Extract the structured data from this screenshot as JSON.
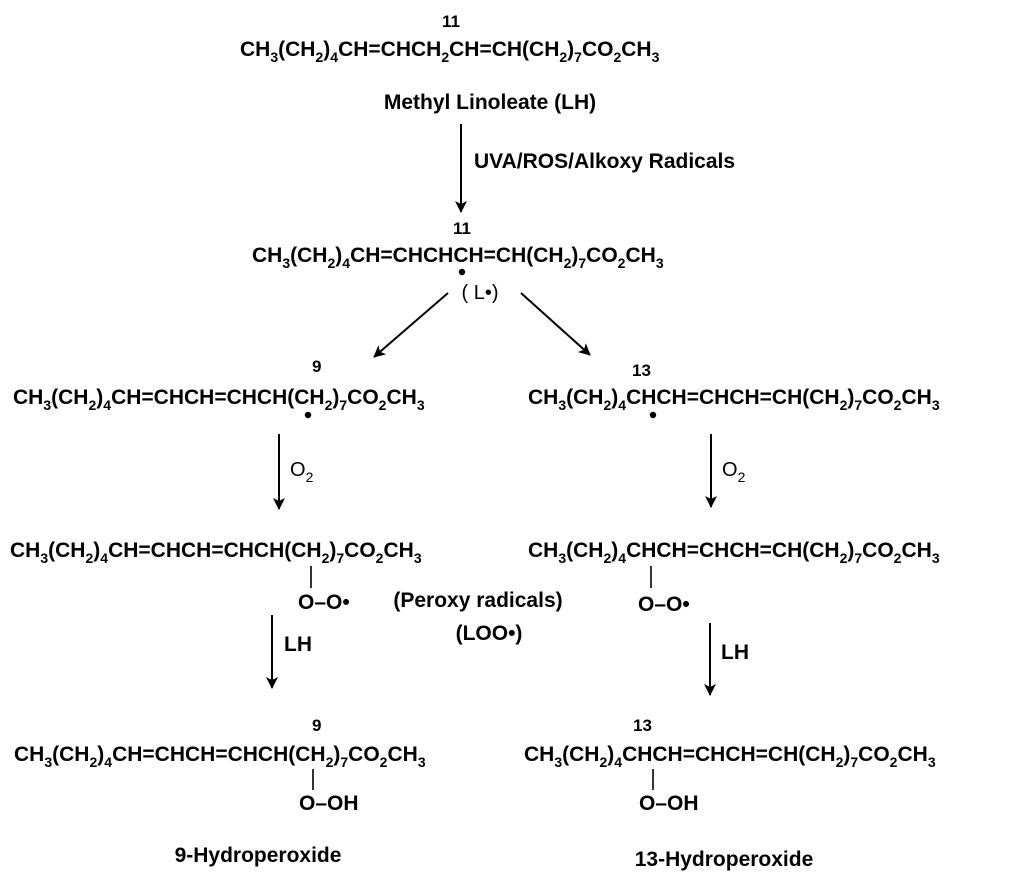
{
  "reactant": {
    "formula": [
      [
        "CH",
        ""
      ],
      [
        "3",
        "s"
      ],
      [
        "(CH",
        ""
      ],
      [
        "2",
        "s"
      ],
      [
        ")",
        ""
      ],
      [
        "4",
        "s"
      ],
      [
        "CH=CHCH",
        ""
      ],
      [
        "2",
        "s"
      ],
      [
        "CH=CH(CH",
        ""
      ],
      [
        "2",
        "s"
      ],
      [
        ")",
        ""
      ],
      [
        "7",
        "s"
      ],
      [
        "CO",
        ""
      ],
      [
        "2",
        "s"
      ],
      [
        "CH",
        ""
      ],
      [
        "3",
        "s"
      ]
    ],
    "carbon_number": "11",
    "name": "Methyl Linoleate (LH)"
  },
  "step1_reagent": "UVA/ROS/Alkoxy Radicals",
  "radical": {
    "formula": [
      [
        "CH",
        ""
      ],
      [
        "3",
        "s"
      ],
      [
        "(CH",
        ""
      ],
      [
        "2",
        "s"
      ],
      [
        ")",
        ""
      ],
      [
        "4",
        "s"
      ],
      [
        "CH=CHCHCH=CH(CH",
        ""
      ],
      [
        "2",
        "s"
      ],
      [
        ")",
        ""
      ],
      [
        "7",
        "s"
      ],
      [
        "CO",
        ""
      ],
      [
        "2",
        "s"
      ],
      [
        "CH",
        ""
      ],
      [
        "3",
        "s"
      ]
    ],
    "carbon_number": "11",
    "label": "( L•)"
  },
  "left_branch": {
    "radical_formula": [
      [
        "CH",
        ""
      ],
      [
        "3",
        "s"
      ],
      [
        "(CH",
        ""
      ],
      [
        "2",
        "s"
      ],
      [
        ")",
        ""
      ],
      [
        "4",
        "s"
      ],
      [
        "CH=CHCH=CHCH(CH",
        ""
      ],
      [
        "2",
        "s"
      ],
      [
        ")",
        ""
      ],
      [
        "7",
        "s"
      ],
      [
        "CO",
        ""
      ],
      [
        "2",
        "s"
      ],
      [
        "CH",
        ""
      ],
      [
        "3",
        "s"
      ]
    ],
    "carbon_number": "9",
    "o2_label": [
      [
        "O",
        ""
      ],
      [
        "2",
        "s"
      ]
    ],
    "peroxy_formula": [
      [
        "CH",
        ""
      ],
      [
        "3",
        "s"
      ],
      [
        "(CH",
        ""
      ],
      [
        "2",
        "s"
      ],
      [
        ")",
        ""
      ],
      [
        "4",
        "s"
      ],
      [
        "CH=CHCH=CHCH(CH",
        ""
      ],
      [
        "2",
        "s"
      ],
      [
        ")",
        ""
      ],
      [
        "7",
        "s"
      ],
      [
        "CO",
        ""
      ],
      [
        "2",
        "s"
      ],
      [
        "CH",
        ""
      ],
      [
        "3",
        "s"
      ]
    ],
    "peroxy_group": "O–O•",
    "lh_label": "LH",
    "product_formula": [
      [
        "CH",
        ""
      ],
      [
        "3",
        "s"
      ],
      [
        "(CH",
        ""
      ],
      [
        "2",
        "s"
      ],
      [
        ")",
        ""
      ],
      [
        "4",
        "s"
      ],
      [
        "CH=CHCH=CHCH(CH",
        ""
      ],
      [
        "2",
        "s"
      ],
      [
        ")",
        ""
      ],
      [
        "7",
        "s"
      ],
      [
        "CO",
        ""
      ],
      [
        "2",
        "s"
      ],
      [
        "CH",
        ""
      ],
      [
        "3",
        "s"
      ]
    ],
    "product_carbon_number": "9",
    "product_group": "O–OH",
    "product_name": "9-Hydroperoxide"
  },
  "right_branch": {
    "radical_formula": [
      [
        "CH",
        ""
      ],
      [
        "3",
        "s"
      ],
      [
        "(CH",
        ""
      ],
      [
        "2",
        "s"
      ],
      [
        ")",
        ""
      ],
      [
        "4",
        "s"
      ],
      [
        "CHCH=CHCH=CH(CH",
        ""
      ],
      [
        "2",
        "s"
      ],
      [
        ")",
        ""
      ],
      [
        "7",
        "s"
      ],
      [
        "CO",
        ""
      ],
      [
        "2",
        "s"
      ],
      [
        "CH",
        ""
      ],
      [
        "3",
        "s"
      ]
    ],
    "carbon_number": "13",
    "o2_label": [
      [
        "O",
        ""
      ],
      [
        "2",
        "s"
      ]
    ],
    "peroxy_formula": [
      [
        "CH",
        ""
      ],
      [
        "3",
        "s"
      ],
      [
        "(CH",
        ""
      ],
      [
        "2",
        "s"
      ],
      [
        ")",
        ""
      ],
      [
        "4",
        "s"
      ],
      [
        "CHCH=CHCH=CH(CH",
        ""
      ],
      [
        "2",
        "s"
      ],
      [
        ")",
        ""
      ],
      [
        "7",
        "s"
      ],
      [
        "CO",
        ""
      ],
      [
        "2",
        "s"
      ],
      [
        "CH",
        ""
      ],
      [
        "3",
        "s"
      ]
    ],
    "peroxy_group": "O–O•",
    "lh_label": "LH",
    "product_formula": [
      [
        "CH",
        ""
      ],
      [
        "3",
        "s"
      ],
      [
        "(CH",
        ""
      ],
      [
        "2",
        "s"
      ],
      [
        ")",
        ""
      ],
      [
        "4",
        "s"
      ],
      [
        "CHCH=CHCH=CH(CH",
        ""
      ],
      [
        "2",
        "s"
      ],
      [
        ")",
        ""
      ],
      [
        "7",
        "s"
      ],
      [
        "CO",
        ""
      ],
      [
        "2",
        "s"
      ],
      [
        "CH",
        ""
      ],
      [
        "3",
        "s"
      ]
    ],
    "product_carbon_number": "13",
    "product_group": "O–OH",
    "product_name": "13-Hydroperoxide"
  },
  "peroxy_note": {
    "line1": "(Peroxy radicals)",
    "line2": "(LOO•)"
  }
}
